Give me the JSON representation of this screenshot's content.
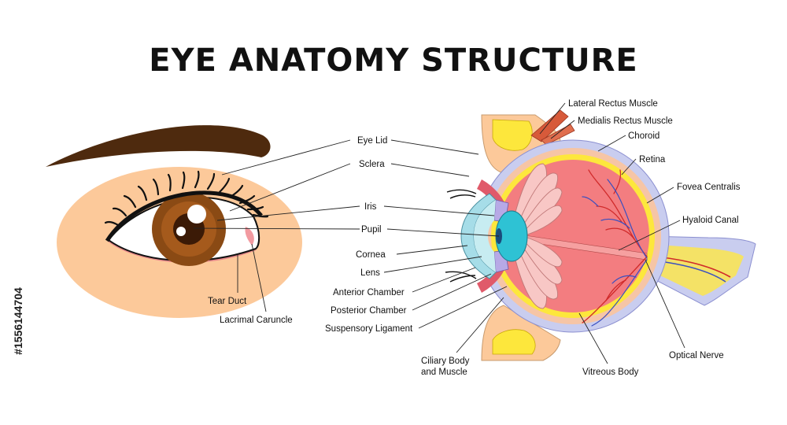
{
  "title": "EYE ANATOMY STRUCTURE",
  "stock_id": "#1556144704",
  "external_labels": {
    "tear_duct": "Tear Duct",
    "lacrimal_caruncle": "Lacrimal Caruncle"
  },
  "labels": {
    "eye_lid": "Eye Lid",
    "sclera": "Sclera",
    "iris": "Iris",
    "pupil": "Pupil",
    "cornea": "Cornea",
    "lens": "Lens",
    "anterior_chamber": "Anterior Chamber",
    "posterior_chamber": "Posterior Chamber",
    "suspensory_ligament": "Suspensory Ligament",
    "ciliary_line1": "Ciliary Body",
    "ciliary_line2": "and Muscle",
    "lateral_rectus": "Lateral Rectus Muscle",
    "medialis_rectus": "Medialis Rectus Muscle",
    "choroid": "Choroid",
    "retina": "Retina",
    "fovea": "Fovea Centralis",
    "hyaloid": "Hyaloid Canal",
    "optical_nerve": "Optical Nerve",
    "vitreous": "Vitreous Body"
  },
  "colors": {
    "skin": "#fcc99a",
    "eyebrow": "#4e2a0e",
    "iris": "#8a4a14",
    "sclera_layer": "#c9cdef",
    "choroid": "#f6c5a6",
    "vitreous": "#f37d80",
    "retina": "#fde73c",
    "cornea": "#a6dde8",
    "lens": "#2ec2d4",
    "ciliary": "#f8c7c5",
    "nerve": "#f4e266",
    "vessel_red": "#d02a2a",
    "vessel_blue": "#3a4fc0"
  }
}
